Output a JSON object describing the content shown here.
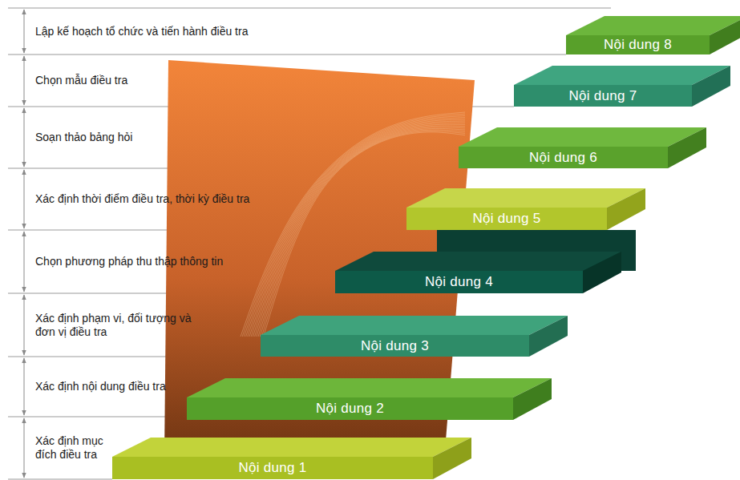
{
  "diagram": {
    "nodes": [
      {
        "text": [
          "Nội dung 1"
        ]
      },
      {
        "text": [
          "Nội dung 2"
        ]
      },
      {
        "text": [
          "Nội dung 3"
        ]
      },
      {
        "text": [
          "Nội dung 4"
        ]
      },
      {
        "text": [
          "Nội dung 5"
        ]
      },
      {
        "text": [
          "Nội dung 6"
        ]
      },
      {
        "text": [
          "Nội dung 7"
        ]
      },
      {
        "text": [
          "Nội dung 8"
        ]
      }
    ],
    "labels": [
      "Lập kế hoạch tổ chức và tiến hành điều tra",
      "Chọn mẫu điều tra",
      "Soạn thảo bảng hỏi",
      "Xác định thời điểm điều tra, thời kỳ điều tra",
      "Chọn phương pháp thu thập thông tin",
      "Xác định phạm vi, đối tượng và đơn vị điều tra",
      "Xác định nội dung điều tra",
      "Xác định mục đích điều tra"
    ]
  }
}
